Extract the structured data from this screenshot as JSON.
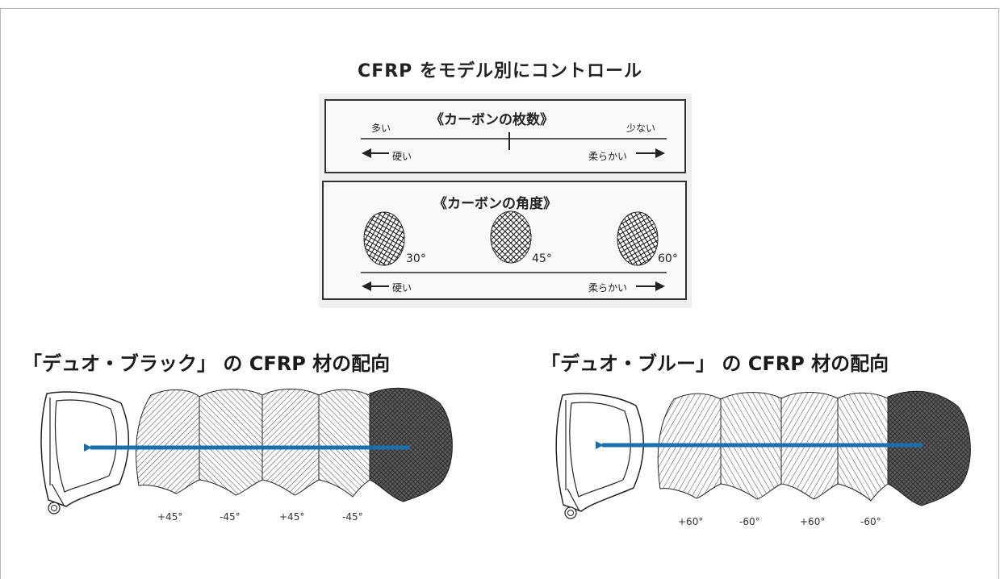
{
  "title": "CFRP をモデル別にコントロール",
  "carbon_count": {
    "heading": "《カーボンの枚数》",
    "left_label": "多い",
    "right_label": "少ない",
    "hard_label": "硬い",
    "soft_label": "柔らかい"
  },
  "carbon_angle": {
    "heading": "《カーボンの角度》",
    "angles": [
      "30°",
      "45°",
      "60°"
    ],
    "hard_label": "硬い",
    "soft_label": "柔らかい"
  },
  "duo_black": {
    "heading": "「デュオ・ブラック」 の CFRP 材の配向",
    "angles": [
      "+45°",
      "-45°",
      "+45°",
      "-45°"
    ]
  },
  "duo_blue": {
    "heading": "「デュオ・ブルー」 の CFRP 材の配向",
    "angles": [
      "+60°",
      "-60°",
      "+60°",
      "-60°"
    ]
  },
  "colors": {
    "arrow": "#1a6fa8",
    "line": "#222222"
  }
}
